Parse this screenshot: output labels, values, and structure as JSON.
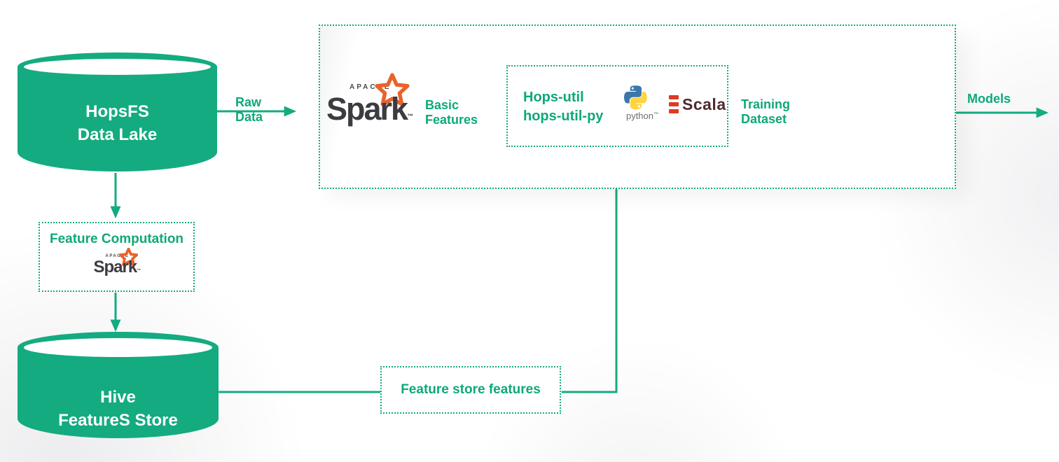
{
  "colors": {
    "green": "#14ab80",
    "green_text": "#0ea87a",
    "node_dark": "#3a3a3a",
    "node_orange": "#f0b541",
    "nn_edge": "#5e5e5e",
    "spark_orange": "#e8632a",
    "logo_dark": "#3d3b40",
    "python_blue": "#3b77a9",
    "python_yellow": "#ffd43e",
    "python_gray": "#6e6e6e",
    "scala_red": "#de3a24",
    "scala_dark": "#4f2b2e"
  },
  "cylinders": {
    "hopsfs": {
      "line1": "HopsFS",
      "line2": "Data Lake"
    },
    "hive": {
      "line1": "Hive",
      "line2": "FeatureS Store"
    }
  },
  "boxes": {
    "feature_computation": {
      "title": "Feature Computation"
    },
    "hops_util": {
      "line1": "Hops-util",
      "line2": "hops-util-py"
    },
    "feature_store": {
      "label": "Feature store features"
    }
  },
  "flow_labels": {
    "raw_data": {
      "line1": "Raw",
      "line2": "Data"
    },
    "basic_features": {
      "line1": "Basic",
      "line2": "Features"
    },
    "training_dataset": {
      "line1": "Training",
      "line2": "Dataset"
    },
    "models": {
      "label": "Models"
    }
  },
  "logos": {
    "spark": {
      "apache": "APACHE",
      "name": "Spark",
      "tm": "™"
    },
    "python": {
      "name": "python",
      "tm": "™"
    },
    "scala": {
      "name": "Scala"
    }
  }
}
